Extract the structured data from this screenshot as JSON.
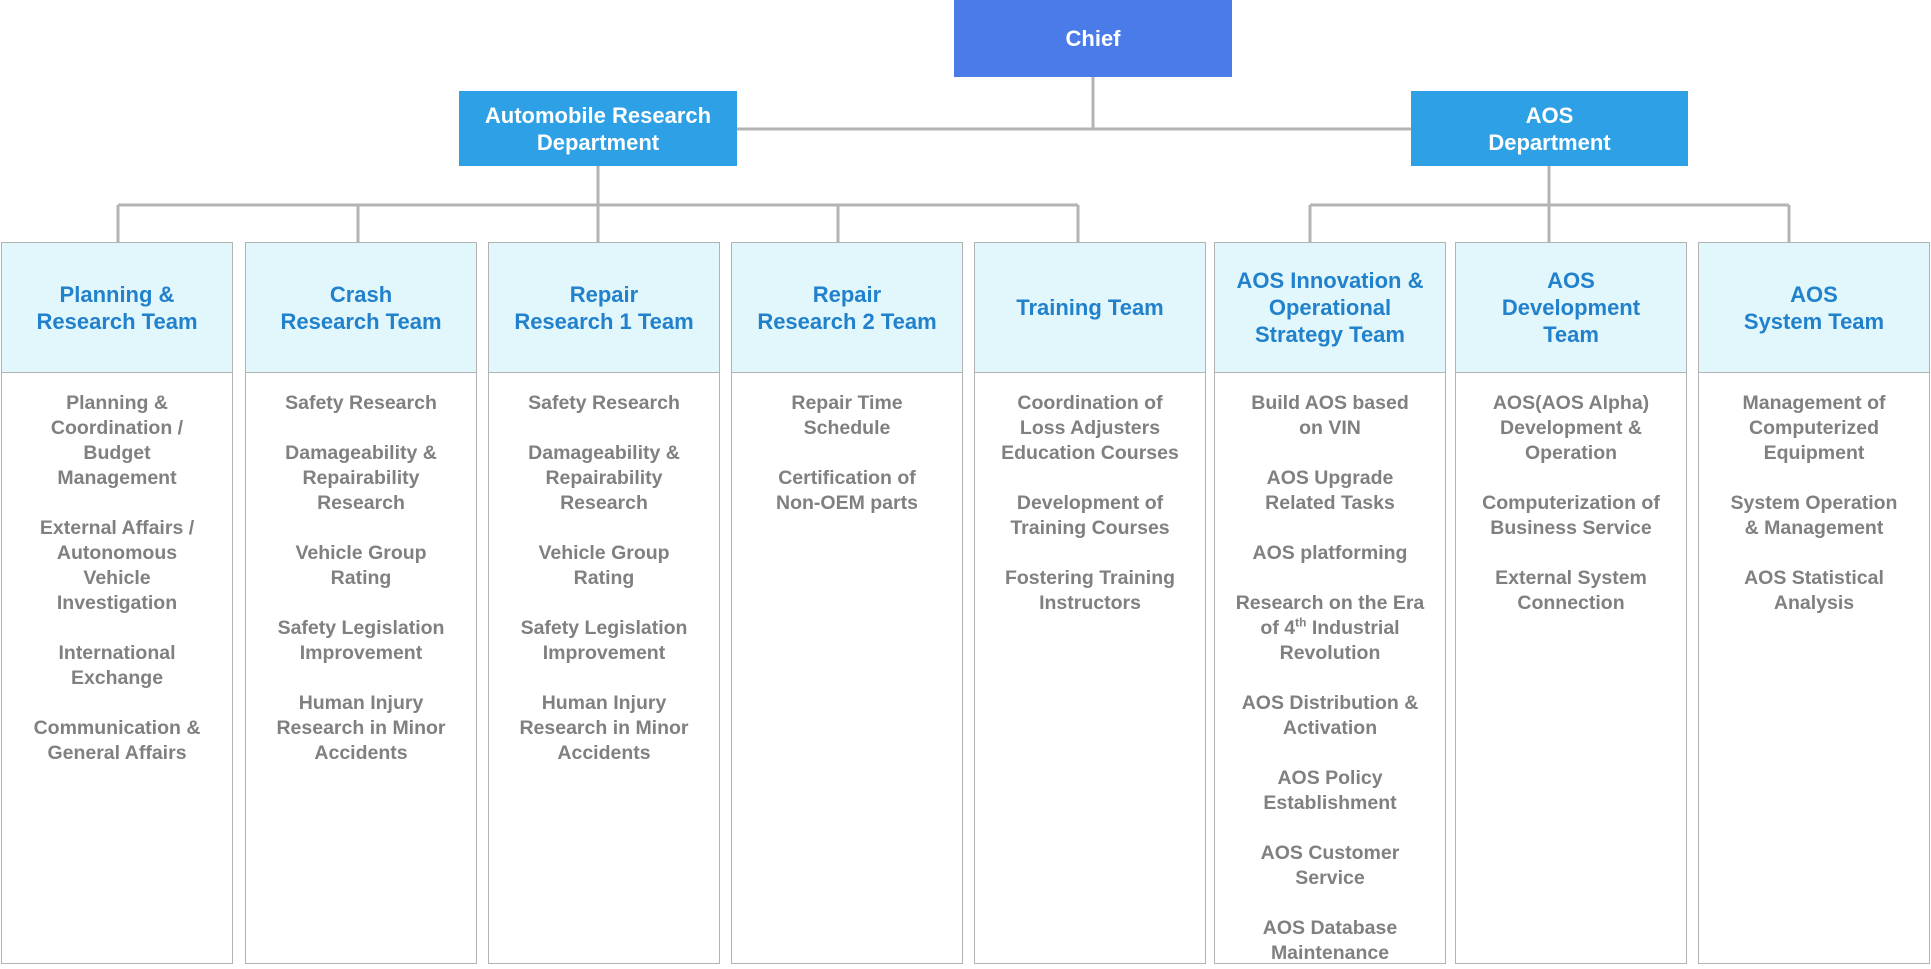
{
  "chief": {
    "label": "Chief"
  },
  "departments": [
    {
      "label": "Automobile Research\nDepartment"
    },
    {
      "label": "AOS\nDepartment"
    }
  ],
  "teams": [
    {
      "label": "Planning &\nResearch Team",
      "tasks": [
        "Planning &\nCoordination /\nBudget\nManagement",
        "External Affairs /\nAutonomous\nVehicle\nInvestigation",
        "International\nExchange",
        "Communication &\nGeneral Affairs"
      ]
    },
    {
      "label": "Crash\nResearch Team",
      "tasks": [
        "Safety Research",
        "Damageability &\nRepairability\nResearch",
        "Vehicle Group\nRating",
        "Safety Legislation\nImprovement",
        "Human Injury\nResearch in Minor\nAccidents"
      ]
    },
    {
      "label": "Repair\nResearch 1 Team",
      "tasks": [
        "Safety Research",
        "Damageability &\nRepairability\nResearch",
        "Vehicle Group\nRating",
        "Safety Legislation\nImprovement",
        "Human Injury\nResearch in Minor\nAccidents"
      ]
    },
    {
      "label": "Repair\nResearch 2 Team",
      "tasks": [
        "Repair Time\nSchedule",
        "Certification of\nNon-OEM parts"
      ]
    },
    {
      "label": "Training Team",
      "tasks": [
        "Coordination of\nLoss Adjusters\nEducation Courses",
        "Development of\nTraining Courses",
        "Fostering Training\nInstructors"
      ]
    },
    {
      "label": "AOS Innovation &\nOperational\nStrategy Team",
      "tasks": [
        "Build AOS based\non VIN",
        "AOS Upgrade\nRelated Tasks",
        "AOS platforming",
        "Research on the Era\nof 4th Industrial\nRevolution",
        "AOS Distribution &\nActivation",
        "AOS Policy\nEstablishment",
        "AOS Customer\nService",
        "AOS Database\nMaintenance"
      ]
    },
    {
      "label": "AOS\nDevelopment\nTeam",
      "tasks": [
        "AOS(AOS Alpha)\nDevelopment &\nOperation",
        "Computerization of\nBusiness Service",
        "External System\nConnection"
      ]
    },
    {
      "label": "AOS\nSystem Team",
      "tasks": [
        "Management of\nComputerized\nEquipment",
        "System Operation\n& Management",
        "AOS Statistical\nAnalysis"
      ]
    }
  ],
  "colors": {
    "chief": "#4a7be8",
    "department": "#2ea0e6",
    "team_header_bg": "#e2f7fb",
    "team_header_text": "#2181cc",
    "task_text": "#808080",
    "connector": "#b3b3b3"
  }
}
